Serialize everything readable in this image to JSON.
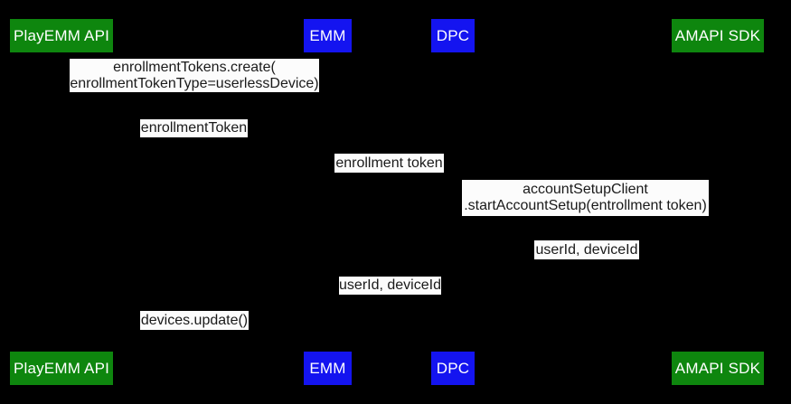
{
  "diagram": {
    "type": "sequence-diagram",
    "background_color": "#000000",
    "label_background_color": "#fcfcfc",
    "label_text_color": "#1a1a1a",
    "actor_text_color": "#ffffff",
    "actor_colors": {
      "green": "#0e860e",
      "blue": "#1414f0"
    },
    "actors": [
      {
        "id": "playemm-api",
        "label": "PlayEMM API",
        "color": "#0e860e"
      },
      {
        "id": "emm",
        "label": "EMM",
        "color": "#1414f0"
      },
      {
        "id": "dpc",
        "label": "DPC",
        "color": "#1414f0"
      },
      {
        "id": "amapi-sdk",
        "label": "AMAPI SDK",
        "color": "#0e860e"
      }
    ],
    "messages": [
      {
        "lines": [
          "enrollmentTokens.create(",
          "enrollmentTokenType=userlessDevice)"
        ],
        "between": [
          "PlayEMM API",
          "EMM"
        ]
      },
      {
        "lines": [
          "enrollmentToken"
        ],
        "between": [
          "PlayEMM API",
          "EMM"
        ]
      },
      {
        "lines": [
          "enrollment token"
        ],
        "between": [
          "EMM",
          "DPC"
        ]
      },
      {
        "lines": [
          "accountSetupClient",
          ".startAccountSetup(entrollment token)"
        ],
        "between": [
          "DPC",
          "AMAPI SDK"
        ]
      },
      {
        "lines": [
          "userId, deviceId"
        ],
        "between": [
          "DPC",
          "AMAPI SDK"
        ]
      },
      {
        "lines": [
          "userId, deviceId"
        ],
        "between": [
          "EMM",
          "DPC"
        ]
      },
      {
        "lines": [
          "devices.update()"
        ],
        "between": [
          "PlayEMM API",
          "EMM"
        ]
      }
    ]
  }
}
